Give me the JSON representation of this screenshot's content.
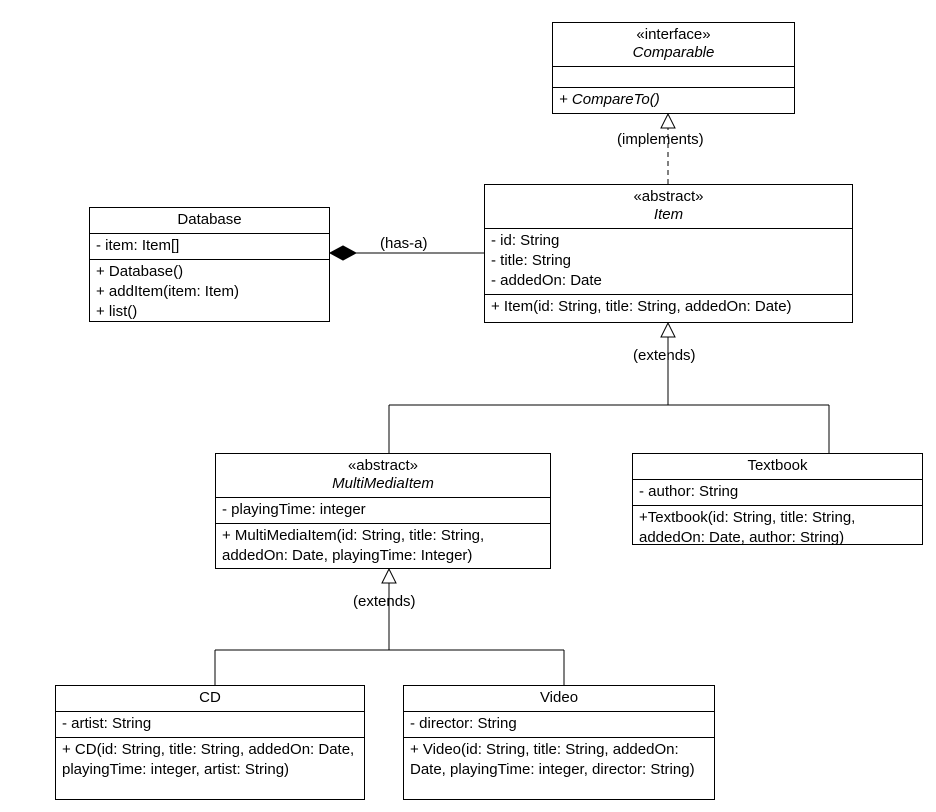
{
  "classes": {
    "comparable": {
      "stereotype": "«interface»",
      "name": "Comparable",
      "operations": [
        "+ CompareTo()"
      ]
    },
    "item": {
      "stereotype": "«abstract»",
      "name": "Item",
      "attributes": [
        "- id: String",
        "- title: String",
        "- addedOn: Date"
      ],
      "operations": [
        "+ Item(id: String, title: String, addedOn: Date)"
      ]
    },
    "database": {
      "name": "Database",
      "attributes": [
        "- item: Item[]"
      ],
      "operations": [
        "+ Database()",
        "+ addItem(item: Item)",
        "+ list()"
      ]
    },
    "multimedia": {
      "stereotype": "«abstract»",
      "name": "MultiMediaItem",
      "attributes": [
        "- playingTime: integer"
      ],
      "operations": [
        "+ MultiMediaItem(id: String, title: String, addedOn: Date, playingTime: Integer)"
      ]
    },
    "textbook": {
      "name": "Textbook",
      "attributes": [
        "- author: String"
      ],
      "operations": [
        "+Textbook(id: String, title: String, addedOn: Date, author: String)"
      ]
    },
    "cd": {
      "name": "CD",
      "attributes": [
        "- artist: String"
      ],
      "operations": [
        "+ CD(id: String, title: String, addedOn: Date, playingTime: integer, artist: String)"
      ]
    },
    "video": {
      "name": "Video",
      "attributes": [
        "- director: String"
      ],
      "operations": [
        "+ Video(id: String, title: String, addedOn: Date, playingTime: integer, director: String)"
      ]
    }
  },
  "relations": {
    "implements": "(implements)",
    "has_a": "(has-a)",
    "extends_item": "(extends)",
    "extends_multimedia": "(extends)"
  }
}
